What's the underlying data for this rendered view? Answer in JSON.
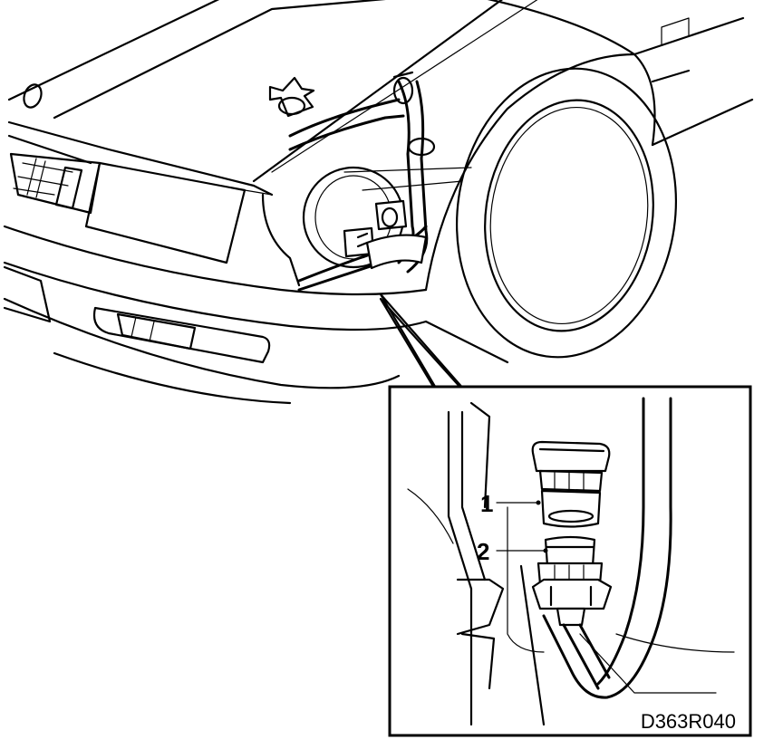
{
  "figure": {
    "callouts": [
      {
        "number": "1"
      },
      {
        "number": "2"
      }
    ],
    "drawing_code": "D363R040"
  }
}
